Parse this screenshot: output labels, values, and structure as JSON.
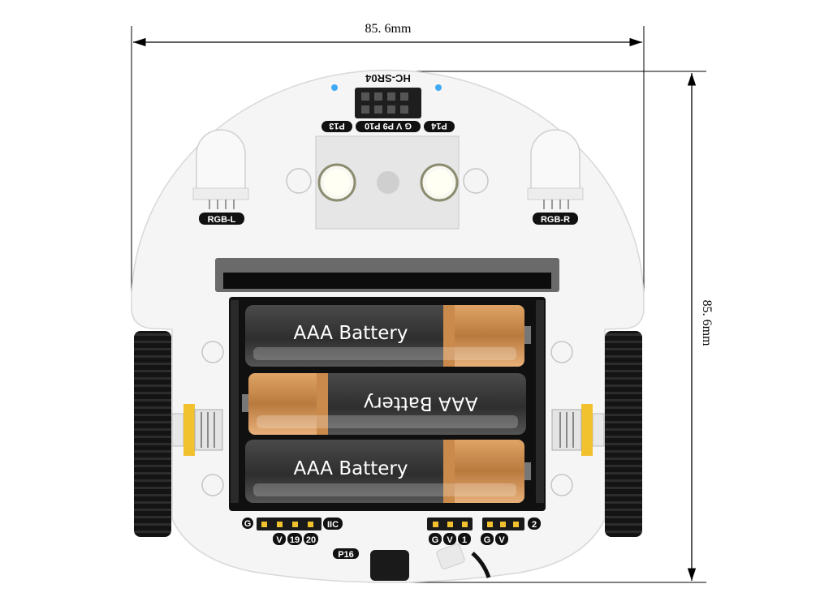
{
  "dimensions": {
    "width_label": "85. 6mm",
    "height_label": "85. 6mm"
  },
  "sensor": {
    "name": "HC-SR04",
    "pins_left": "P13",
    "pins_mid": "G V P9 P10",
    "pins_right": "P14"
  },
  "leds": {
    "left": "RGB-L",
    "right": "RGB-R"
  },
  "batteries": [
    {
      "label": "AAA Battery",
      "orientation": "normal"
    },
    {
      "label": "AAA Battery",
      "orientation": "inverted"
    },
    {
      "label": "AAA Battery",
      "orientation": "normal"
    }
  ],
  "connectors": {
    "left_g": "G",
    "left_pins": [
      "V",
      "19",
      "20"
    ],
    "iic": "IIC",
    "mid_pins": [
      "G",
      "V",
      "1"
    ],
    "right_pins": [
      "G",
      "V"
    ],
    "right_num": "2",
    "bottom_label": "P16"
  },
  "colors": {
    "board": "#f4f4f4",
    "wheel": "#1a1a1a",
    "battery_body": "#3b3b3b",
    "battery_cap": "#c98a4b",
    "connector_yellow": "#f2c12e",
    "led_blue": "#3fa9f5"
  }
}
